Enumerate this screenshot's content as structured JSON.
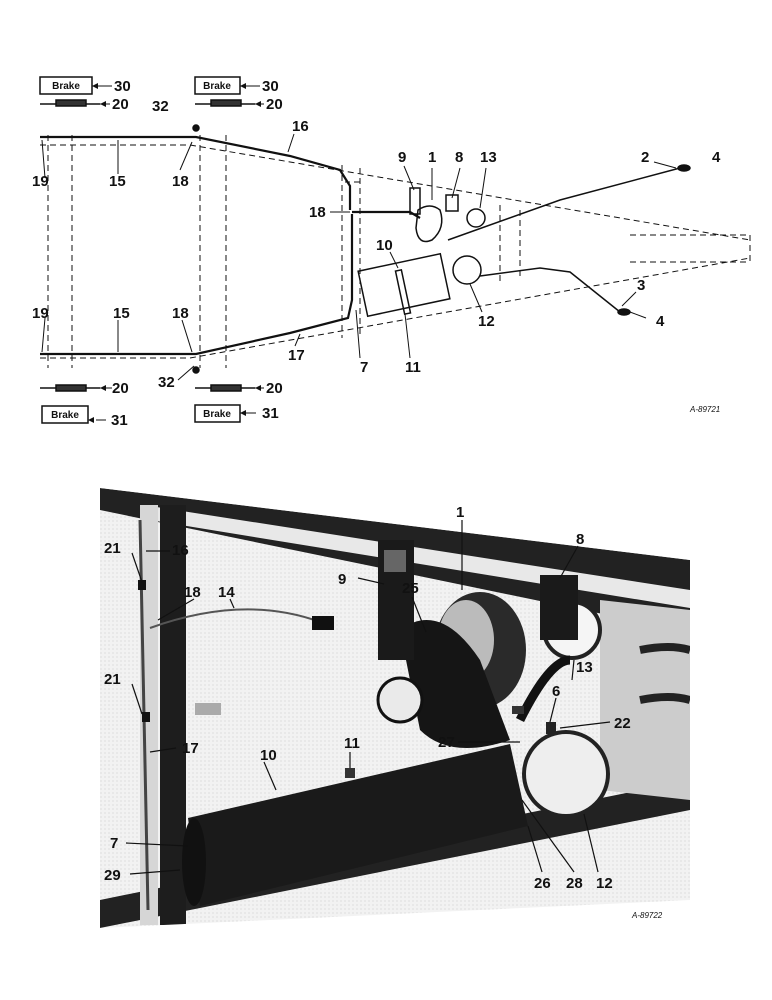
{
  "top_diagram": {
    "figure_id": "A-89721",
    "brake_labels": [
      "Brake",
      "Brake",
      "Brake",
      "Brake"
    ],
    "callouts": [
      "30",
      "30",
      "20",
      "20",
      "32",
      "16",
      "9",
      "1",
      "8",
      "13",
      "2",
      "4",
      "19",
      "15",
      "18",
      "18",
      "10",
      "3",
      "4",
      "12",
      "19",
      "15",
      "18",
      "7",
      "11",
      "17",
      "32",
      "20",
      "20",
      "31",
      "31"
    ]
  },
  "bottom_photo": {
    "figure_id": "A-89722",
    "callouts": [
      "1",
      "8",
      "21",
      "16",
      "9",
      "18",
      "14",
      "25",
      "21",
      "13",
      "6",
      "22",
      "27",
      "11",
      "10",
      "17",
      "7",
      "29",
      "26",
      "28",
      "12"
    ]
  }
}
